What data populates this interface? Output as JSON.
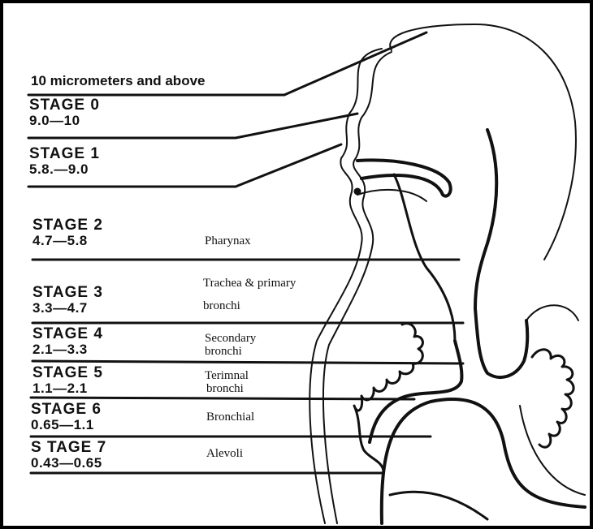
{
  "top_label": "10 micrometers and above",
  "stages": [
    {
      "title": "STAGE 0",
      "range": "9.0—10"
    },
    {
      "title": "STAGE 1",
      "range": "5.8.—9.0"
    },
    {
      "title": "STAGE 2",
      "range": "4.7—5.8"
    },
    {
      "title": "STAGE 3",
      "range": "3.3—4.7"
    },
    {
      "title": "STAGE 4",
      "range": "2.1—3.3"
    },
    {
      "title": "STAGE 5",
      "range": "1.1—2.1"
    },
    {
      "title": "STAGE 6",
      "range": "0.65—1.1"
    },
    {
      "title": "S TAGE 7",
      "range": "0.43—0.65"
    }
  ],
  "regions": {
    "pharynx": "Pharynax",
    "trachea_line1": "Trachea & primary",
    "trachea_line2": "bronchi",
    "secondary_line1": "Secondary",
    "secondary_line2": "bronchi",
    "terminal_line1": "Terimnal",
    "terminal_line2": "bronchi",
    "bronchial": "Bronchial",
    "alveoli": "Alevoli"
  },
  "colors": {
    "ink": "#111111",
    "background": "#ffffff"
  }
}
